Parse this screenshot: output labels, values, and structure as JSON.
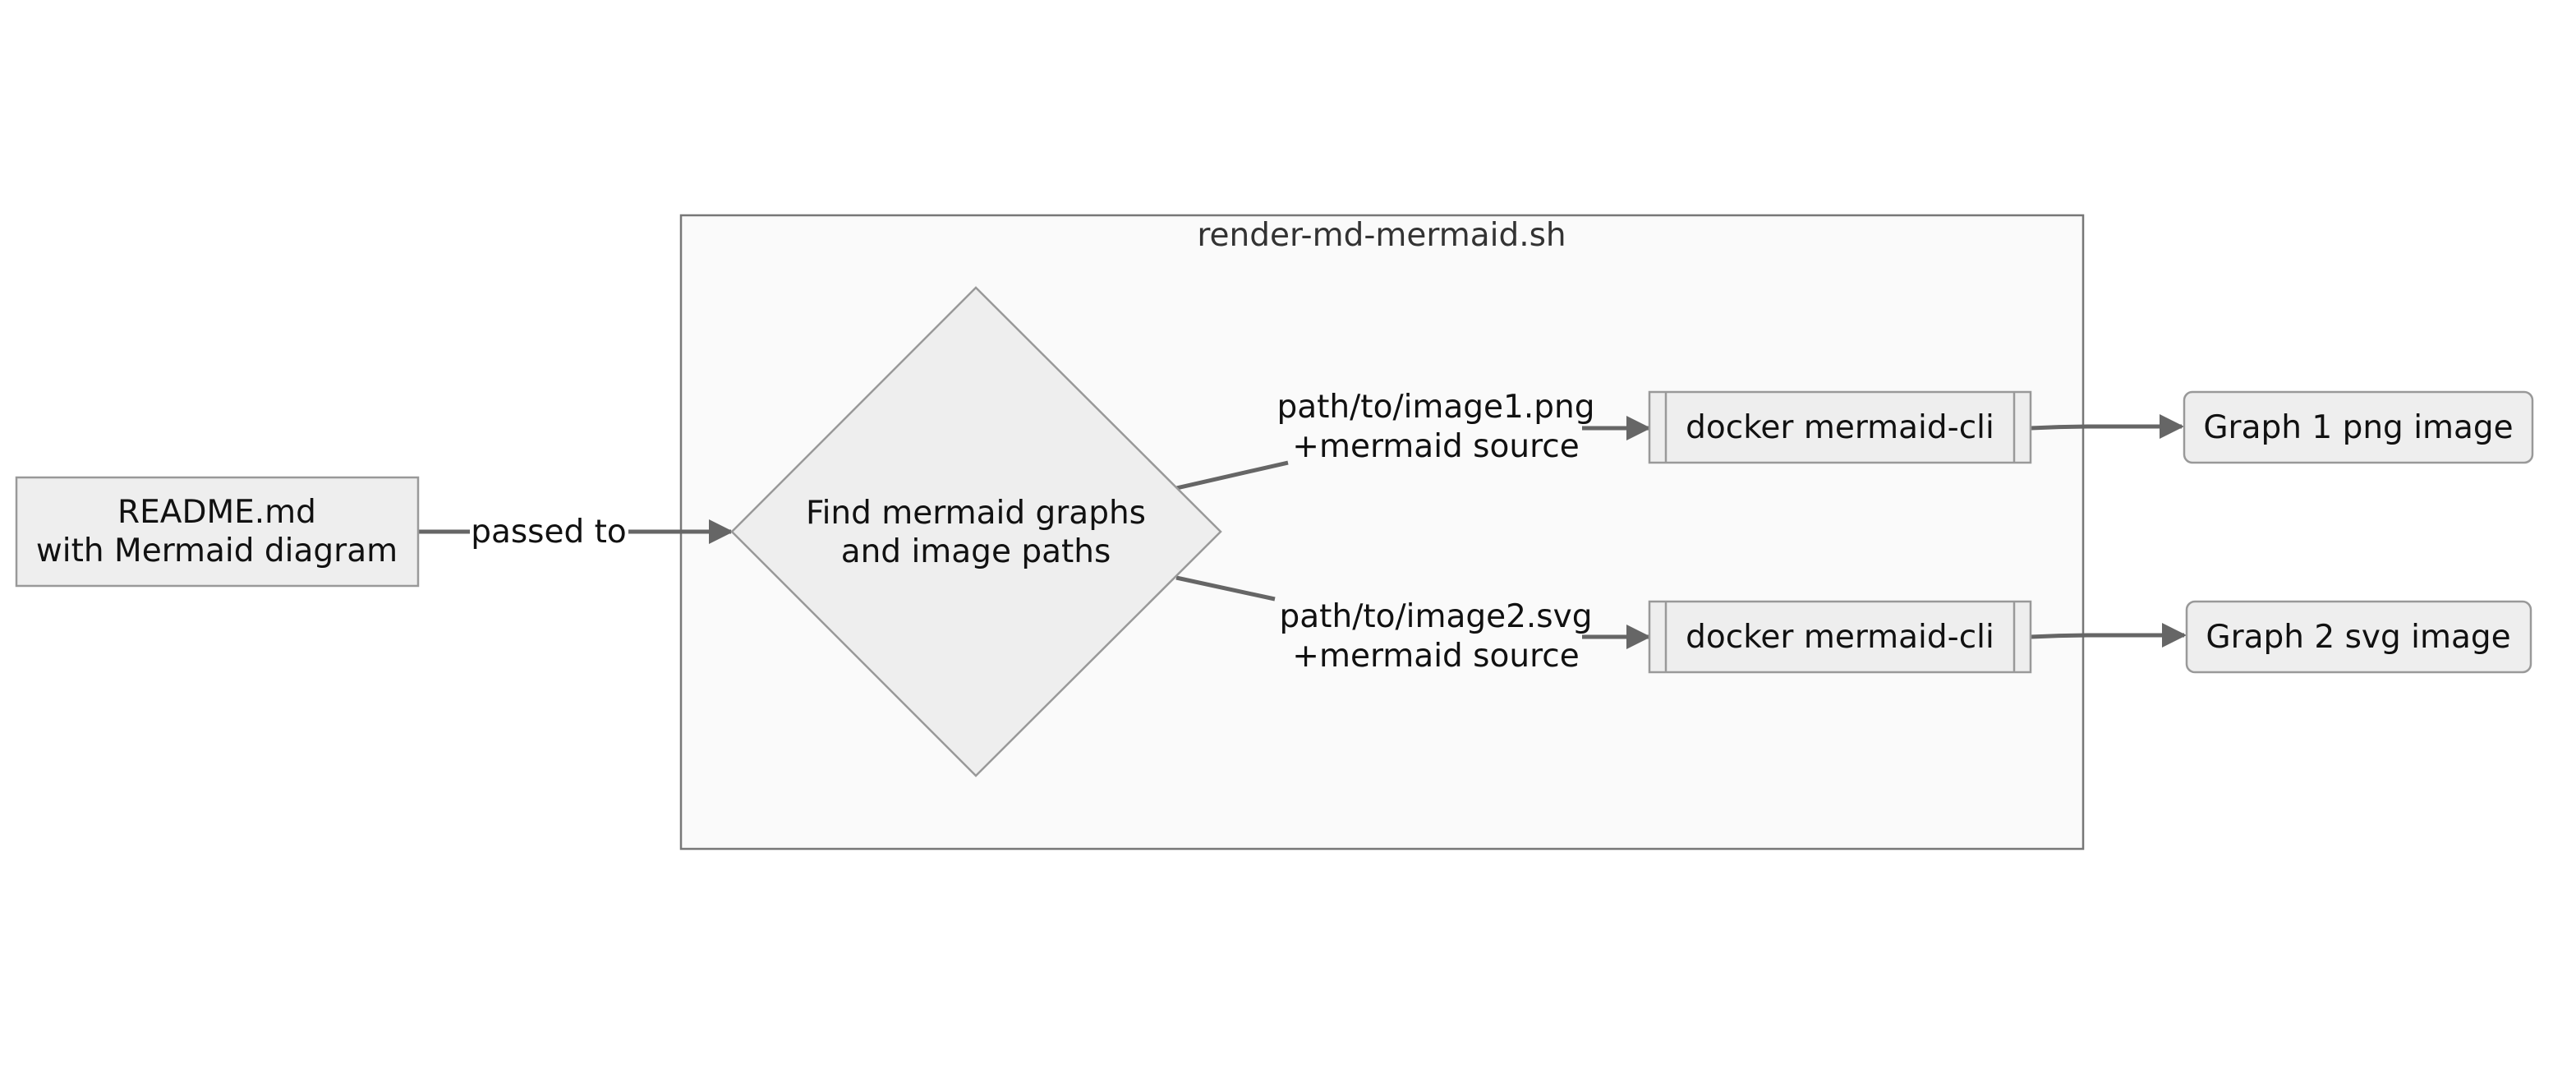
{
  "diagram": {
    "cluster": {
      "title": "render-md-mermaid.sh"
    },
    "nodes": {
      "readme": {
        "line1": "README.md",
        "line2": "with Mermaid diagram"
      },
      "find": {
        "line1": "Find mermaid graphs",
        "line2": "and image paths"
      },
      "docker1": {
        "label": "docker mermaid-cli"
      },
      "docker2": {
        "label": "docker mermaid-cli"
      },
      "graph1": {
        "label": "Graph 1 png image"
      },
      "graph2": {
        "label": "Graph 2 svg image"
      }
    },
    "edges": {
      "passed_to": {
        "label": "passed to"
      },
      "image1": {
        "line1": "path/to/image1.png",
        "line2": "+mermaid source"
      },
      "image2": {
        "line1": "path/to/image2.svg",
        "line2": "+mermaid source"
      }
    }
  }
}
